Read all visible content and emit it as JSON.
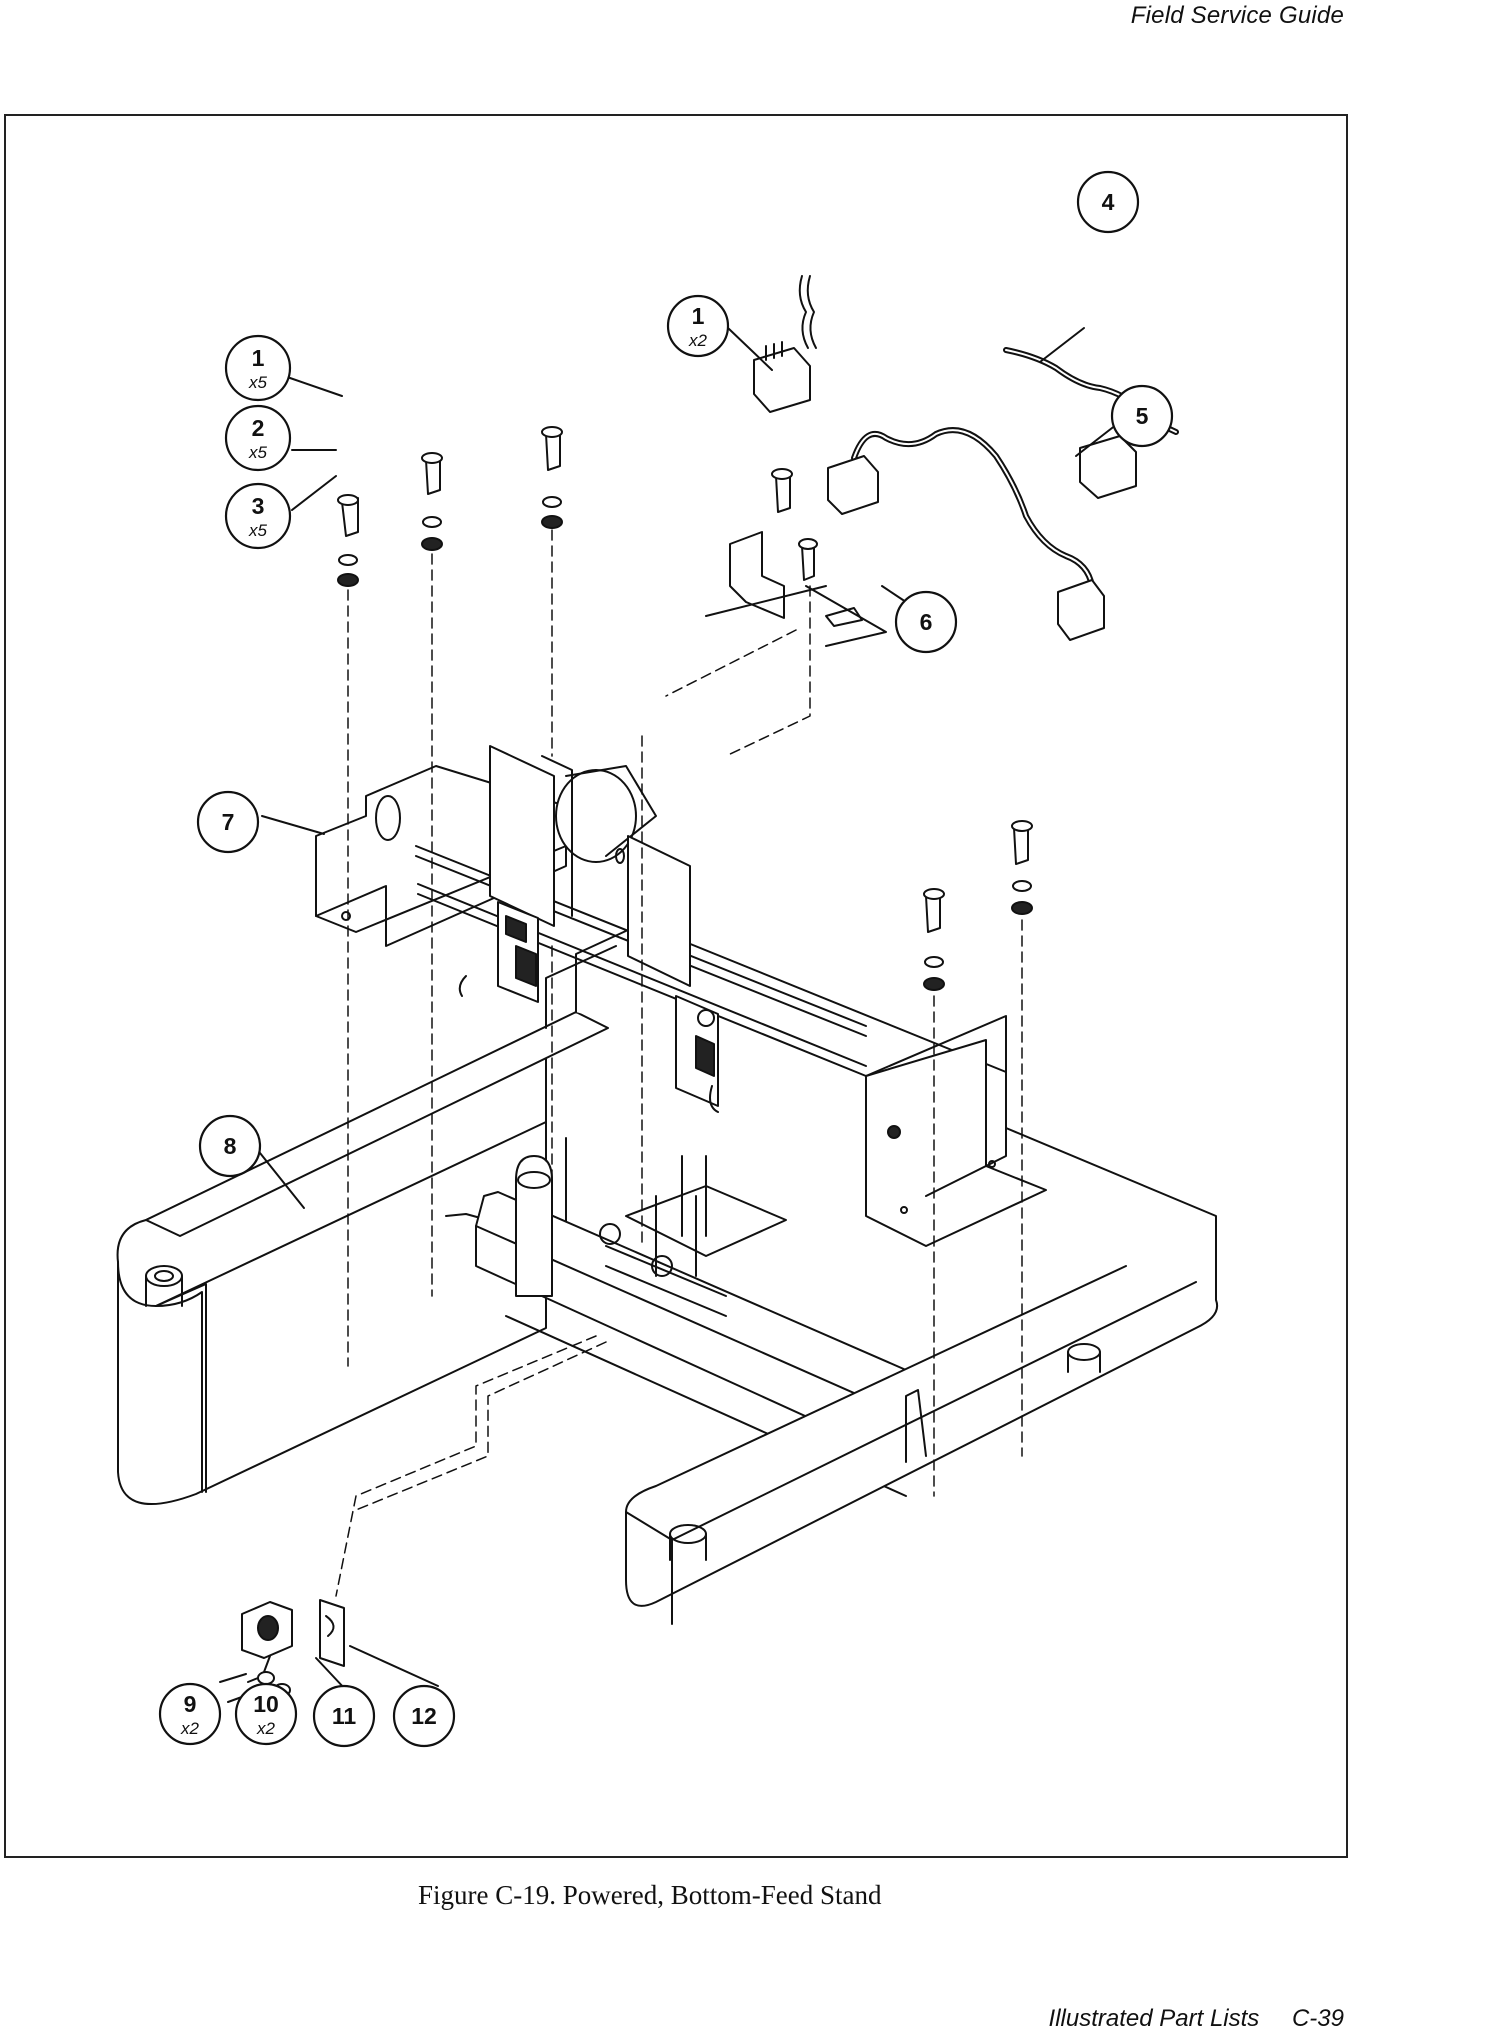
{
  "page": {
    "header": "Field Service Guide",
    "caption": "Figure C-19.  Powered, Bottom-Feed Stand",
    "footer": {
      "section": "Illustrated Part Lists",
      "page_number": "C-39"
    }
  },
  "callouts": [
    {
      "id": "c1a",
      "number": "1",
      "qty": "x5"
    },
    {
      "id": "c2",
      "number": "2",
      "qty": "x5"
    },
    {
      "id": "c3",
      "number": "3",
      "qty": "x5"
    },
    {
      "id": "c1b",
      "number": "1",
      "qty": "x2"
    },
    {
      "id": "c4",
      "number": "4",
      "qty": ""
    },
    {
      "id": "c5",
      "number": "5",
      "qty": ""
    },
    {
      "id": "c6",
      "number": "6",
      "qty": ""
    },
    {
      "id": "c7",
      "number": "7",
      "qty": ""
    },
    {
      "id": "c8",
      "number": "8",
      "qty": ""
    },
    {
      "id": "c9",
      "number": "9",
      "qty": "x2"
    },
    {
      "id": "c10",
      "number": "10",
      "qty": "x2"
    },
    {
      "id": "c11",
      "number": "11",
      "qty": ""
    },
    {
      "id": "c12",
      "number": "12",
      "qty": ""
    }
  ]
}
